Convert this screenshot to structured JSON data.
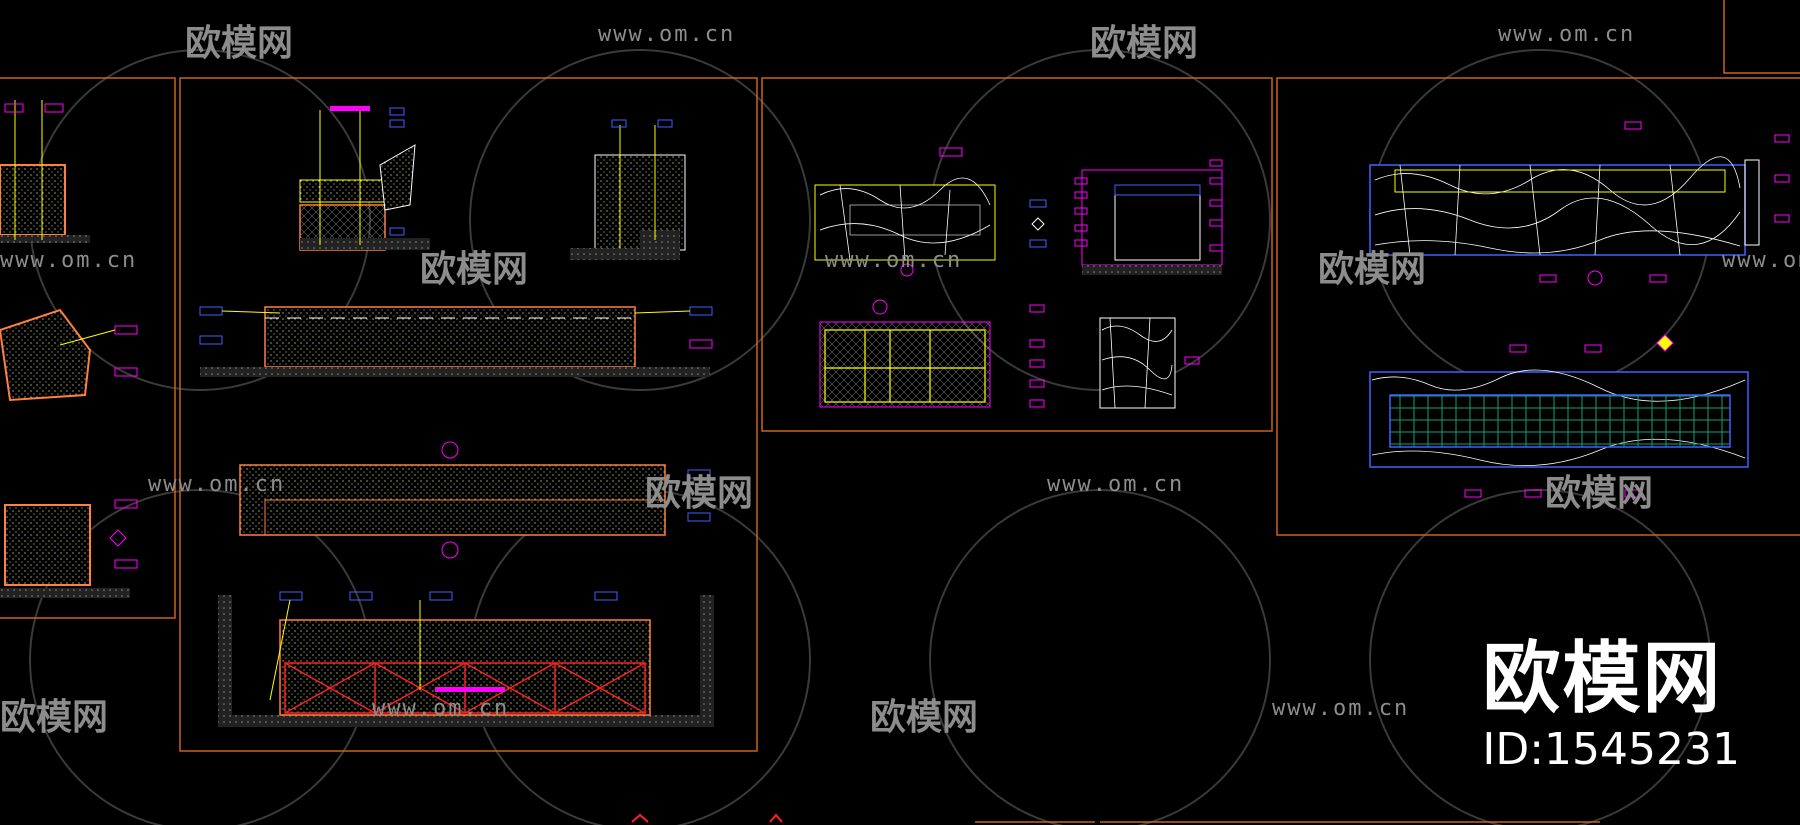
{
  "watermark": {
    "brand": "欧模网",
    "url": "www.om.cn",
    "id_text": "ID:1545231"
  },
  "colors": {
    "background": "#000000",
    "frame": "#c8641e",
    "magenta": "#ff00ff",
    "yellow": "#ffff00",
    "blue": "#3030ff",
    "red": "#ff2020",
    "green": "#00ff80",
    "white": "#ffffff",
    "watermark": "#8c8c8c"
  }
}
